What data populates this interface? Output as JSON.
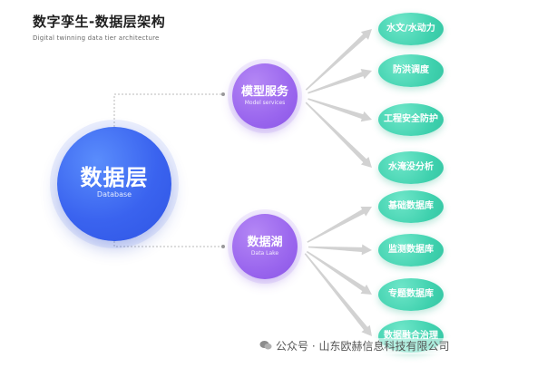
{
  "header": {
    "title": "数字孪生-数据层架构",
    "subtitle": "Digital twinning data tier architecture"
  },
  "root": {
    "label": "数据层",
    "sublabel": "Database"
  },
  "branches": [
    {
      "label": "模型服务",
      "sublabel": "Model services",
      "children": [
        "水文/水动力",
        "防洪调度",
        "工程安全防护",
        "水淹没分析"
      ]
    },
    {
      "label": "数据湖",
      "sublabel": "Data Lake",
      "children": [
        "基础数据库",
        "监测数据库",
        "专题数据库",
        "数据融合治理"
      ]
    }
  ],
  "watermark": {
    "text": "公众号 · 山东欧赫信息科技有限公司"
  },
  "colors": {
    "root": "#3a63ef",
    "branch": "#9a66ee",
    "leaf": "#3fd1ae",
    "arrow": "#cfcfcf"
  }
}
